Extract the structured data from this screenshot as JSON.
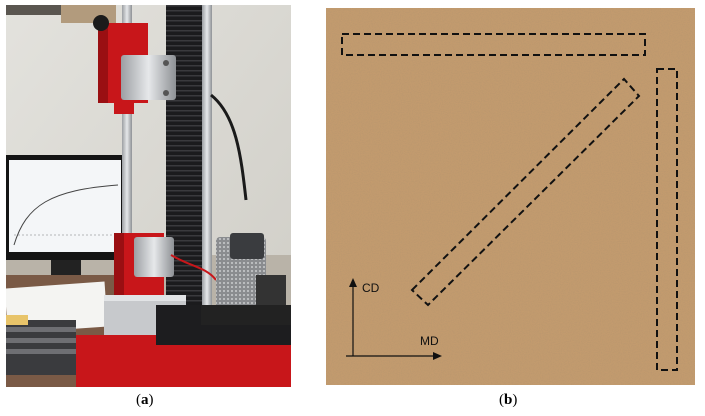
{
  "panels": [
    {
      "id": "a",
      "caption_open": "(",
      "caption_letter": "a",
      "caption_close": ")"
    },
    {
      "id": "b",
      "caption_open": "(",
      "caption_letter": "b",
      "caption_close": ")"
    }
  ],
  "panel_b": {
    "axis_vertical_label": "CD",
    "axis_horizontal_label": "MD"
  },
  "colors": {
    "machine_red": "#c8161a",
    "column_dark": "#1d1d1f",
    "paper_board": "#c79d6e",
    "wall": "#e6e4de",
    "monitor_screen": "#f4f6f8"
  }
}
